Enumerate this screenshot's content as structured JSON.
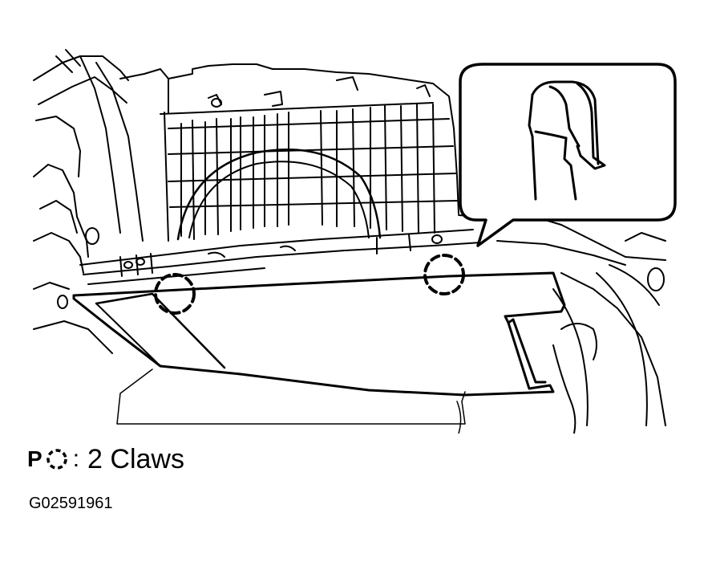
{
  "legend": {
    "prefix": "P",
    "separator": ":",
    "text": "2 Claws"
  },
  "figure_code": "G02591961",
  "icons": {
    "claw_marker": "dashed-circle-icon"
  },
  "colors": {
    "ink": "#000000",
    "paper": "#ffffff"
  }
}
